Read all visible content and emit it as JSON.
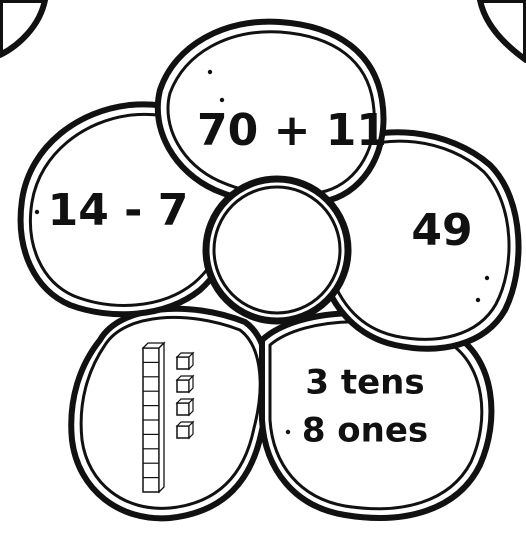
{
  "petals": {
    "top": "70 + 11",
    "left": "14 - 7",
    "right": "49",
    "bottom_right_line1": "3 tens",
    "bottom_right_line2": "8 ones"
  },
  "base_ten_blocks": {
    "tens_rods": 1,
    "ones_cubes": 4
  },
  "colors": {
    "ink": "#111111",
    "paper": "#ffffff"
  }
}
